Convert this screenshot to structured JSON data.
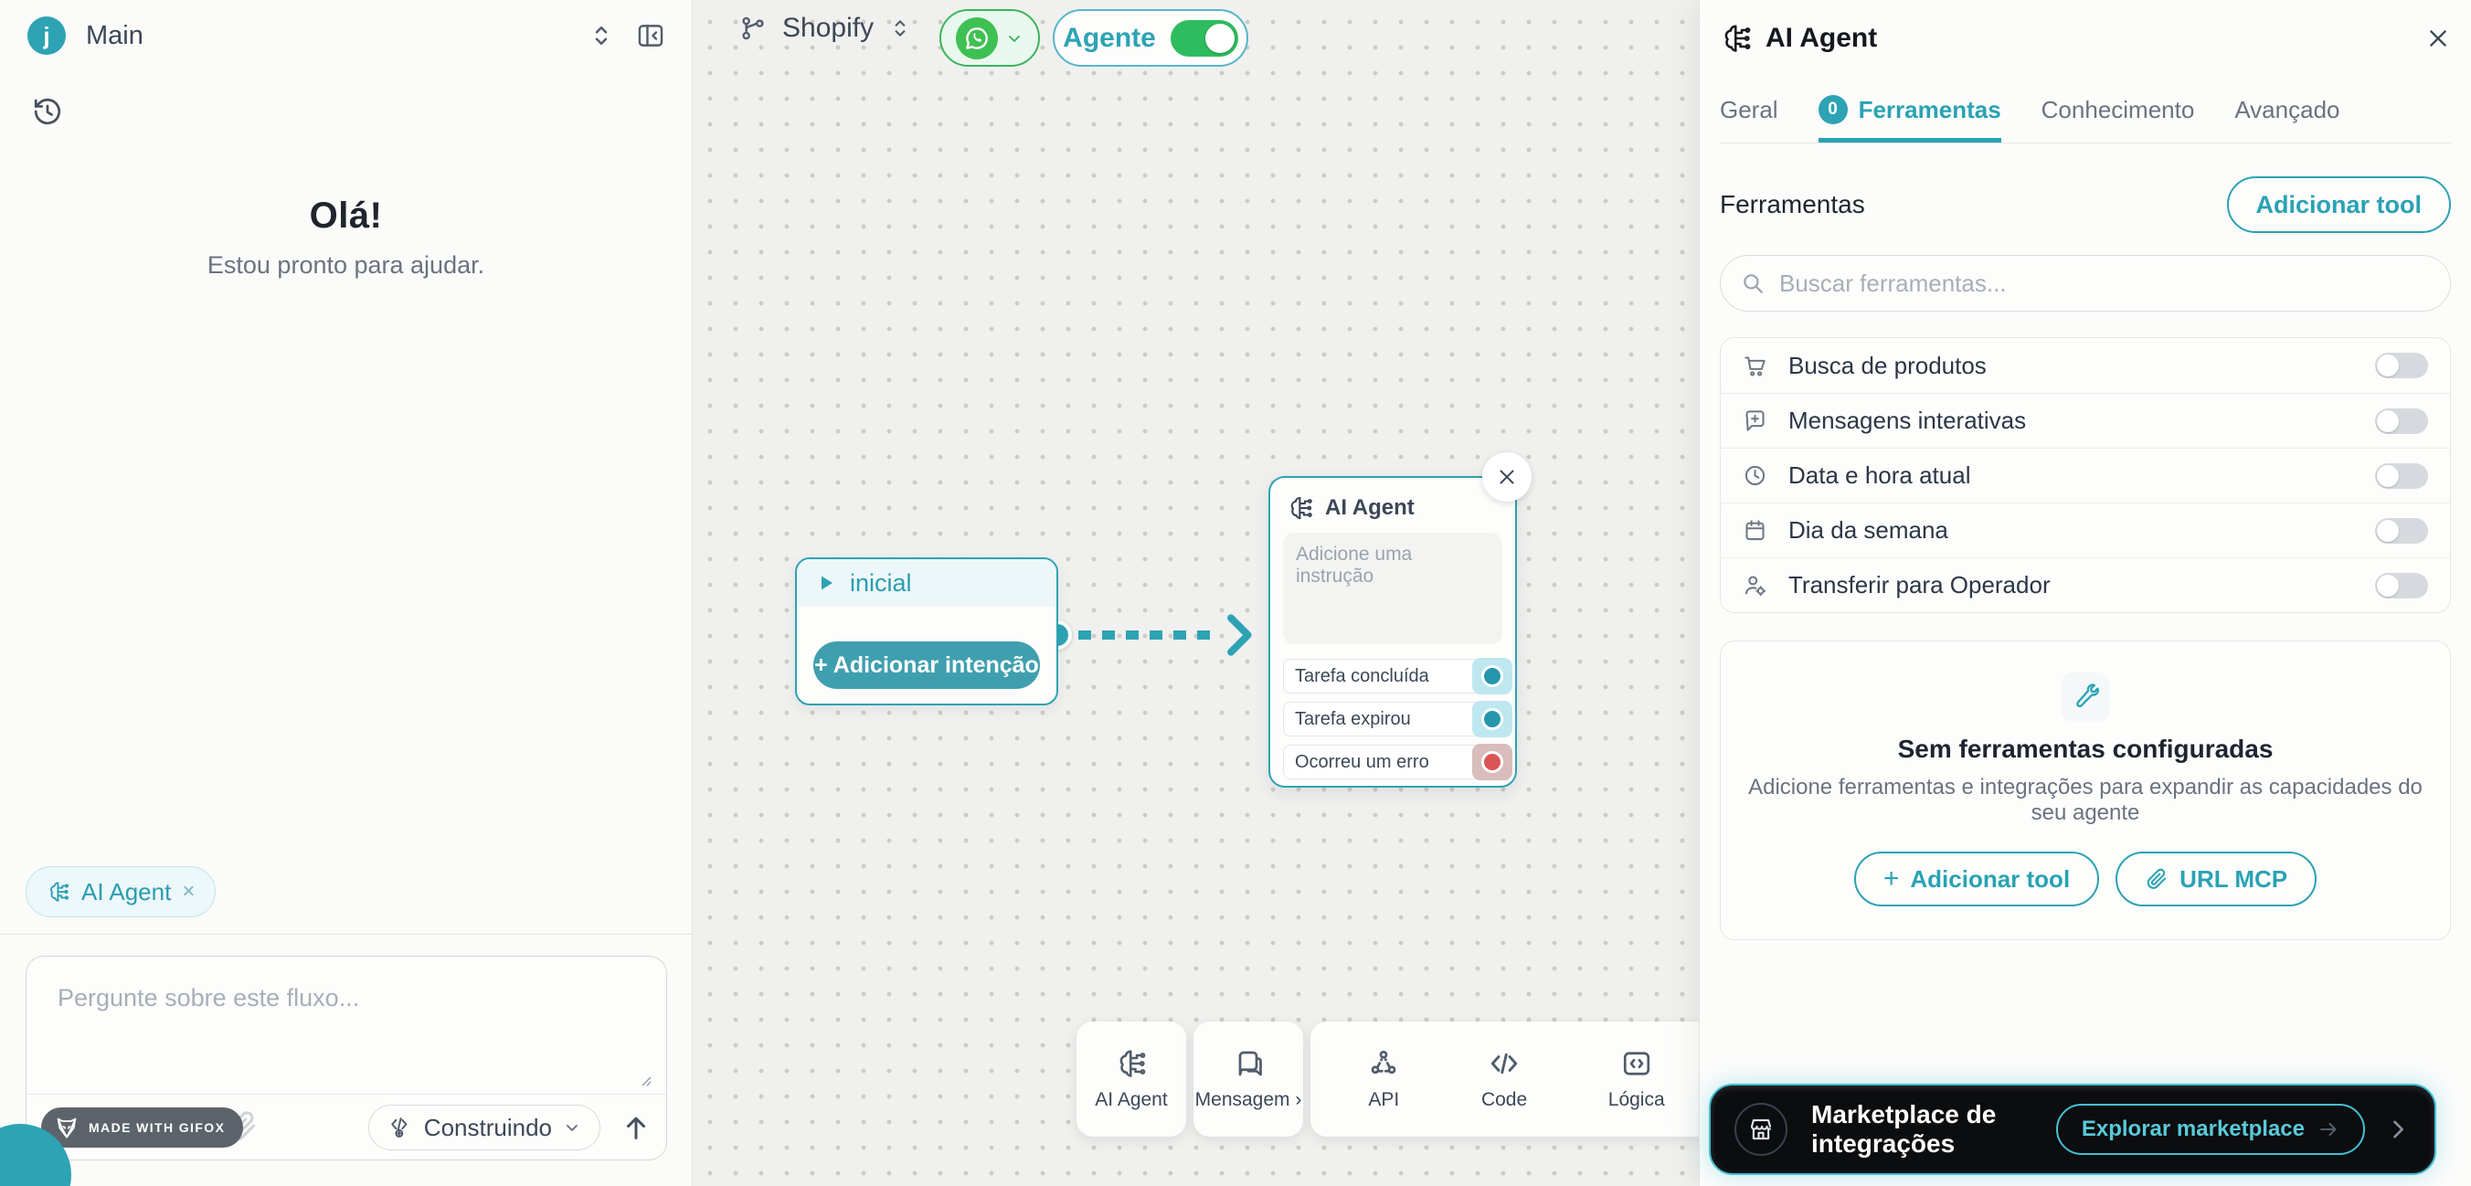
{
  "colors": {
    "teal": "#2DA3B4",
    "green": "#2EBE5E",
    "dark": "#101113",
    "error_red": "#D95454",
    "slate": "#3C4757"
  },
  "left_panel": {
    "avatar_letter": "j",
    "title": "Main",
    "greeting_title": "Olá!",
    "greeting_subtitle": "Estou pronto para ajudar.",
    "context_chip": {
      "label": "AI Agent",
      "close": "×"
    },
    "composer": {
      "placeholder": "Pergunte sobre este fluxo...",
      "badge": "MADE WITH GIFOX",
      "status_label": "Construindo",
      "status_chevron": "⌄"
    }
  },
  "canvas": {
    "flow_selector": {
      "label": "Shopify"
    },
    "agent_toggle": {
      "label": "Agente",
      "enabled": true
    },
    "start_node": {
      "title": "inicial",
      "action": "+ Adicionar intenção"
    },
    "agent_node": {
      "title": "AI Agent",
      "close": "×",
      "instruction_placeholder": "Adicione uma instrução",
      "outputs": [
        {
          "label": "Tarefa concluída",
          "type": "success"
        },
        {
          "label": "Tarefa expirou",
          "type": "success"
        },
        {
          "label": "Ocorreu um erro",
          "type": "error"
        }
      ]
    },
    "palette": [
      {
        "label": "AI Agent"
      },
      {
        "label": "Mensagem ›"
      },
      {
        "label": "API"
      },
      {
        "label": "Code"
      },
      {
        "label": "Lógica"
      }
    ]
  },
  "right_panel": {
    "title": "AI Agent",
    "close": "✕",
    "tabs": [
      {
        "label": "Geral"
      },
      {
        "label": "Ferramentas",
        "badge": "0",
        "active": true
      },
      {
        "label": "Conhecimento"
      },
      {
        "label": "Avançado"
      }
    ],
    "section_title": "Ferramentas",
    "add_tool_button": "Adicionar tool",
    "search_placeholder": "Buscar ferramentas...",
    "tools": [
      {
        "label": "Busca de produtos",
        "enabled": false
      },
      {
        "label": "Mensagens interativas",
        "enabled": false
      },
      {
        "label": "Data e hora atual",
        "enabled": false
      },
      {
        "label": "Dia da semana",
        "enabled": false
      },
      {
        "label": "Transferir para Operador",
        "enabled": false
      }
    ],
    "empty_state": {
      "title": "Sem ferramentas configuradas",
      "description": "Adicione ferramentas e integrações para expandir as capacidades do seu agente",
      "add_plus": "+",
      "add_tool_button": "Adicionar tool",
      "mcp_button": "URL MCP"
    },
    "marketplace": {
      "title": "Marketplace de integrações",
      "cta": "Explorar marketplace"
    }
  }
}
